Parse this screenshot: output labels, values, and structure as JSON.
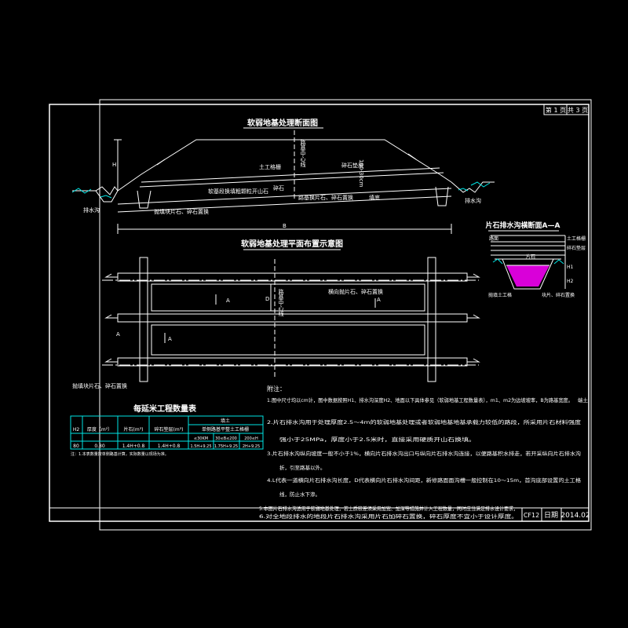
{
  "colors": {
    "background": "#000000",
    "frame": "#ffffff",
    "line": "#ffffff",
    "soil": "#00e5e5",
    "stone": "#ff00ff",
    "annotation": "#e8e8e8"
  },
  "title_block": {
    "sheet": "第 1 页",
    "total": "共 3 页",
    "date_label": "日期",
    "date": "2014.02",
    "drawing_no": "CF12"
  },
  "section": {
    "title": "软弱地基处理断面图",
    "labels": {
      "fill": "土工格栅",
      "gravel": "碎石垫层",
      "gravel_2": "碎石",
      "thickness": "100-30cm",
      "stone_fill": "软基段换填粗颗粒开山石",
      "embankment_bottom": "填底",
      "stone_layer": "路基换片石、碎石置换",
      "drain_left": "排水沟",
      "drain_right": "排水沟",
      "stone_gravel": "抛填块片石、碎石置换",
      "centerline": "路基中心线",
      "height": "H",
      "base": "B"
    }
  },
  "plan": {
    "title": "软弱地基处理平面布置示意图",
    "labels": {
      "inner_note": "横向抛片石、碎石置换",
      "centerline": "路基中心线",
      "left_note": "抛填块片石、碎石置换",
      "section_mark": "A",
      "depth": "D"
    }
  },
  "detail": {
    "title": "片石排水沟横断面A—A",
    "labels": {
      "l1": "路面",
      "l2": "土工格栅",
      "l3": "碎石垫层",
      "l4": "片石",
      "l5": "抛填土工格",
      "l6": "块片、碎石置换",
      "h1": "H1",
      "h2": "H2"
    }
  },
  "quantity_table": {
    "title": "每延米工程数量表",
    "headers": [
      "H2",
      "厚度（m²）",
      "片石(m³)",
      "碎石垫层(m³)",
      "填土",
      "单侧路基平整土工格栅"
    ],
    "subheaders": [
      "≤30KM",
      "30≤B≤200",
      "200≤H"
    ],
    "row": [
      "80",
      "0.80",
      "1.4H+0.8",
      "1.4H+0.8",
      "",
      "1.5H+9.25",
      "1.75H+9.25",
      "2H+9.25"
    ],
    "note": "注：1.本表数量按单侧路基计算，实际数量以现场为准。"
  },
  "notes": {
    "heading": "附注：",
    "n1": "1.图中尺寸均以cm计，图中数据按照H1、排水沟深度H2、地面以下具体参见（软弱地基工程数量表），m1、m2为边坡坡率，B为路基宽度。",
    "n1b": "端土",
    "n2": "2.片石排水沟用于处理厚度2.5～4m的软弱地基处理或者软弱地基地基承载力较低的路段，所采用片石材料强度",
    "n2b": "强小于25MPa，厚度小于2.5米时，直接采用硬质开山石换填。",
    "n3": "3.片石排水沟纵向坡度一般不小于1%，横向片石排水沟出口与纵向片石排水沟连接，以便路基积水排走，若开采纵向片石排水沟",
    "n3b": "折，引至路基以外。",
    "n4": "4.L代表一道横向片石排水沟长度，D代表横向片石排水沟间距，新修路面面沟槽一般控制在10～15m，首沟底部设置的土工格",
    "n4b": "线，防止水下渗。",
    "n5": "5.本图片石排水沟适用于软弱地基处理，若土质较差须采用加宽、加深等措施并计入工程数量，同时应当满足排水设计要求，",
    "n6": "6.对全地段排水的地段片石排水沟采用片石加碎石置换，碎石厚度不宜小于设计厚度。"
  }
}
